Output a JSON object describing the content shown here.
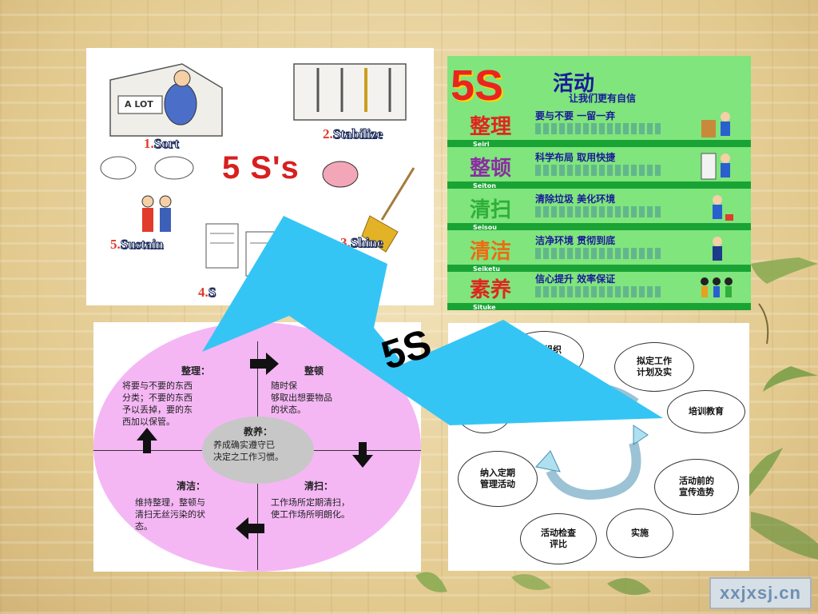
{
  "cartoon_panel": {
    "title": "5 S's",
    "labels": [
      {
        "num": "1.",
        "text": "Sort"
      },
      {
        "num": "2.",
        "text": "Stabilize"
      },
      {
        "num": "3.",
        "text": "Shine"
      },
      {
        "num": "4.",
        "text": "S"
      },
      {
        "num": "5.",
        "text": "Sustain"
      }
    ],
    "sign_text": "A LOT"
  },
  "green_panel": {
    "logo": "5S",
    "title": "活动",
    "subtitle": "让我们更有自信",
    "rows": [
      {
        "name": "整理",
        "romaji": "Seiri",
        "desc": "要与不要 一留一弃",
        "color": "#e0261d"
      },
      {
        "name": "整顿",
        "romaji": "Seiton",
        "desc": "科学布局 取用快捷",
        "color": "#8a2ea0"
      },
      {
        "name": "清扫",
        "romaji": "Seisou",
        "desc": "清除垃圾 美化环境",
        "color": "#2fae3a"
      },
      {
        "name": "清洁",
        "romaji": "Seiketu",
        "desc": "洁净环境 贯彻到底",
        "color": "#ef6a12"
      },
      {
        "name": "素养",
        "romaji": "Situke",
        "desc": "信心提升 效率保证",
        "color": "#e0261d"
      }
    ]
  },
  "ellipse_panel": {
    "sections": [
      {
        "id": "sort",
        "heading": "整理：",
        "lines": [
          "将要与不要的东西",
          "分类；不要的东西",
          "予以丢掉，要的东",
          "西加以保管。"
        ]
      },
      {
        "id": "orderly",
        "heading": "整顿",
        "lines": [
          "随时保",
          "够取出想要物品",
          "的状态。"
        ]
      },
      {
        "id": "center",
        "heading": "教养：",
        "lines": [
          "养成确实遵守已",
          "决定之工作习惯。"
        ]
      },
      {
        "id": "clean",
        "heading": "清洁：",
        "lines": [
          "维持整理，整顿与",
          "清扫无丝污染的状",
          "态。"
        ]
      },
      {
        "id": "sweep",
        "heading": "清扫：",
        "lines": [
          "工作场所定期清扫，",
          "使工作场所明朗化。"
        ]
      }
    ]
  },
  "process_panel": {
    "nodes": [
      {
        "id": "org",
        "label": "设立组织\n机构并制"
      },
      {
        "id": "plan",
        "label": "拟定工作\n计划及实"
      },
      {
        "id": "train",
        "label": "培训教育"
      },
      {
        "id": "promo",
        "label": "活动前的\n宣传造势"
      },
      {
        "id": "impl",
        "label": "实施"
      },
      {
        "id": "check",
        "label": "活动检查\n评比"
      },
      {
        "id": "routine",
        "label": "纳入定期\n管理活动"
      }
    ]
  },
  "bolt_label": "5S",
  "watermark": "xxjxsj.cn",
  "colors": {
    "bolt": "#35c5f5",
    "green_bg": "#7fe57c",
    "pink": "#f4b7f4"
  }
}
